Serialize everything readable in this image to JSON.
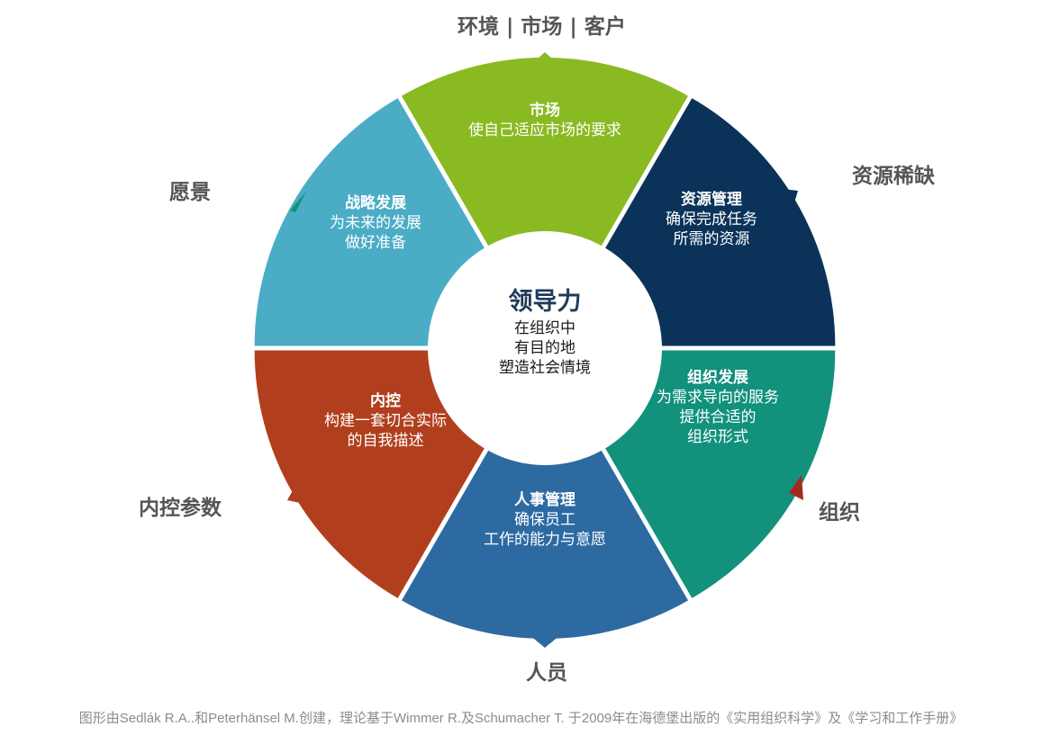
{
  "top_label": "环境 | 市场 | 客户",
  "outer_labels": {
    "vision": "愿景",
    "resource_scarcity": "资源稀缺",
    "internal_control_params": "内控参数",
    "organization": "组织",
    "people": "人员"
  },
  "center": {
    "title": "领导力",
    "lines": [
      "在组织中",
      "有目的地",
      "塑造社会情境"
    ]
  },
  "segments": [
    {
      "id": "market",
      "title": "市场",
      "lines": [
        "使自己适应市场的要求"
      ],
      "color": "#8aba22"
    },
    {
      "id": "resource-mgmt",
      "title": "资源管理",
      "lines": [
        "确保完成任务",
        "所需的资源"
      ],
      "color": "#0b3359"
    },
    {
      "id": "org-dev",
      "title": "组织发展",
      "lines": [
        "为需求导向的服务",
        "提供合适的",
        "组织形式"
      ],
      "color": "#12917d"
    },
    {
      "id": "hr-mgmt",
      "title": "人事管理",
      "lines": [
        "确保员工",
        "工作的能力与意愿"
      ],
      "color": "#2d6aa2"
    },
    {
      "id": "internal-control",
      "title": "内控",
      "lines": [
        "构建一套切合实际",
        "的自我描述"
      ],
      "color": "#b13f1d"
    },
    {
      "id": "strategy-dev",
      "title": "战略发展",
      "lines": [
        "为未来的发展",
        "做好准备"
      ],
      "color": "#4bacc6"
    }
  ],
  "marker_colors": {
    "top": "#8aba22",
    "right_top": "#0b3359",
    "right_bottom": "#a52a1e",
    "bottom": "#2d6aa2",
    "left_bottom": "#b13f1d",
    "left_top": "#12917d"
  },
  "caption": "图形由Sedlák R.A..和Peterhänsel M.创建，理论基于Wimmer R.及Schumacher T. 于2009年在海德堡出版的《实用组织科学》及《学习和工作手册》"
}
